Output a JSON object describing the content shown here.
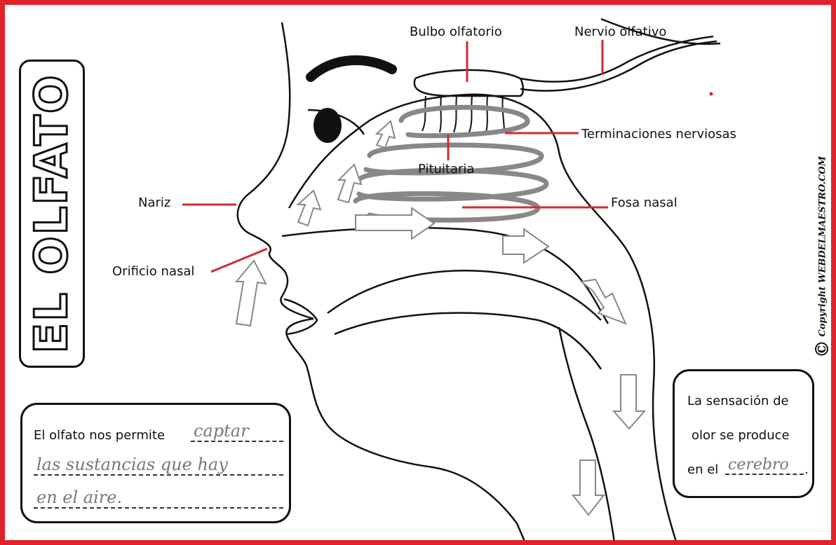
{
  "title": "EL OLFATO",
  "labels": {
    "bulbo": "Bulbo olfatorio",
    "nervio": "Nervio olfativo",
    "terminaciones": "Terminaciones nerviosas",
    "pituitaria": "Pituitaria",
    "nariz": "Nariz",
    "fosa": "Fosa nasal",
    "orificio": "Orificio nasal"
  },
  "box_left": {
    "line1": "El olfato nos permite",
    "answer1": "captar",
    "answer2": "las sustancias que hay",
    "answer3": "en el aire."
  },
  "box_right": {
    "line1": "La sensación de",
    "line2": "olor se produce",
    "line3": "en el",
    "answer": "cerebro",
    "period": "."
  },
  "copyright": "Copyright WEBDELMAESTRO.COM",
  "copyright_symbol": "©",
  "colors": {
    "frame": "#e0232a",
    "leader": "#cf2b32",
    "ink": "#111111",
    "answer": "#777777"
  }
}
